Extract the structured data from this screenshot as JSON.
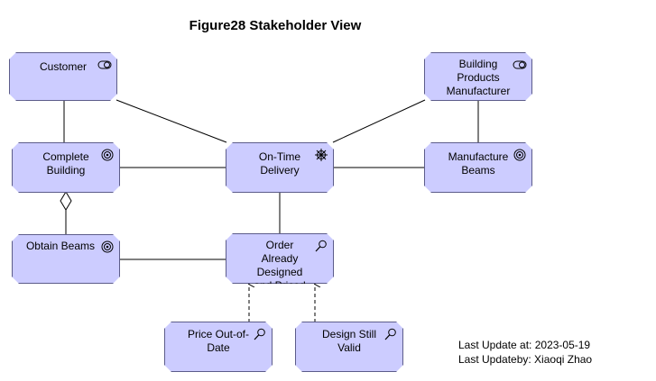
{
  "title": "Figure28 Stakeholder View",
  "nodes": {
    "customer": {
      "label": "Customer",
      "icon": "stakeholder-icon"
    },
    "bpm": {
      "label": "Building Products Manufacturer",
      "icon": "stakeholder-icon"
    },
    "complete_building": {
      "label": "Complete Building",
      "icon": "goal-icon"
    },
    "on_time_delivery": {
      "label": "On-Time Delivery",
      "icon": "driver-icon"
    },
    "manufacture_beams": {
      "label": "Manufacture Beams",
      "icon": "goal-icon"
    },
    "obtain_beams": {
      "label": "Obtain Beams",
      "icon": "goal-icon"
    },
    "order_already": {
      "label": "Order Already Designed and Priced",
      "icon": "assessment-icon"
    },
    "price_out": {
      "label": "Price Out-of-Date",
      "icon": "assessment-icon"
    },
    "design_still": {
      "label": "Design Still Valid",
      "icon": "assessment-icon"
    }
  },
  "footer": {
    "last_update": "Last Update at: 2023-05-19",
    "last_update_by": "Last Updateby: Xiaoqi Zhao"
  },
  "colors": {
    "node_fill": "#ccccff",
    "node_border": "#5c5c8a",
    "edge": "#000000"
  }
}
